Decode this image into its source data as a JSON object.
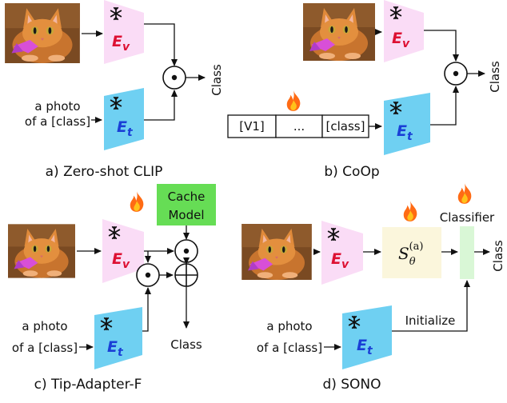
{
  "panels": {
    "a": {
      "caption": "a) Zero-shot CLIP",
      "prompt_line1": "a photo",
      "prompt_line2": "of a [class]",
      "output": "Class",
      "image_encoder": {
        "letter": "E",
        "sub": "v"
      },
      "text_encoder": {
        "letter": "E",
        "sub": "t"
      }
    },
    "b": {
      "caption": "b) CoOp",
      "tokens": [
        "[V1]",
        "...",
        "[class]"
      ],
      "output": "Class",
      "image_encoder": {
        "letter": "E",
        "sub": "v"
      },
      "text_encoder": {
        "letter": "E",
        "sub": "t"
      }
    },
    "c": {
      "caption": "c) Tip-Adapter-F",
      "cache_line1": "Cache",
      "cache_line2": "Model",
      "prompt_line1": "a photo",
      "prompt_line2": "of a [class]",
      "output": "Class",
      "image_encoder": {
        "letter": "E",
        "sub": "v"
      },
      "text_encoder": {
        "letter": "E",
        "sub": "t"
      }
    },
    "d": {
      "caption": "d) SONO",
      "classifier": "Classifier",
      "adapter": {
        "letter": "S",
        "sub": "θ",
        "sup": "(a)"
      },
      "initialize": "Initialize",
      "prompt_line1": "a photo",
      "prompt_line2": "of a [class]",
      "output": "Class",
      "image_encoder": {
        "letter": "E",
        "sub": "v"
      },
      "text_encoder": {
        "letter": "E",
        "sub": "t"
      }
    }
  },
  "colors": {
    "image_encoder_fill": "#fadcf6",
    "text_encoder_fill": "#6fd0f2",
    "encoder_text": "#dd1133",
    "text_encoder_label": "#1a3fd6",
    "cache_fill": "#66dd55",
    "adapter_fill": "#fbf6dc",
    "classifier_fill": "#d9f7d6",
    "frozen_icon": "#111111",
    "trainable_icon": "#ff5a10"
  },
  "icons": {
    "frozen": "snowflake-icon",
    "trainable": "fire-icon",
    "cat_image": "cat-photo"
  }
}
